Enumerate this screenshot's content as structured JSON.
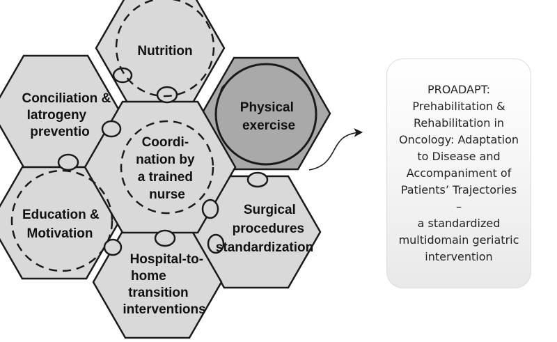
{
  "diagram": {
    "hexagons": {
      "nutrition": {
        "lines": [
          "Nutrition"
        ]
      },
      "physical": {
        "lines": [
          "Physical",
          "exercise"
        ]
      },
      "conciliation": {
        "lines": [
          "Conciliation &",
          "Iatrogeny",
          "preventio"
        ]
      },
      "coordination": {
        "lines": [
          "Coordi-",
          "nation by",
          "a trained",
          "nurse"
        ]
      },
      "education": {
        "lines": [
          "Education &",
          "Motivation"
        ]
      },
      "surgical": {
        "lines": [
          "Surgical",
          "procedures",
          "standardization"
        ]
      },
      "hospital": {
        "lines": [
          "Hospital-to-",
          "home",
          "transition",
          "interventions"
        ]
      }
    },
    "colors": {
      "hex_fill": "#d9d9d9",
      "hex_highlight": "#a9a9a9",
      "stroke": "#1a1a1a"
    }
  },
  "info_box": {
    "lines": [
      "PROADAPT:",
      "Prehabilitation &",
      "Rehabilitation in",
      "Oncology: Adaptation",
      "to Disease and",
      "Accompaniment of",
      "Patients’ Trajectories",
      "–",
      "a standardized",
      "multidomain geriatric",
      "intervention"
    ]
  }
}
